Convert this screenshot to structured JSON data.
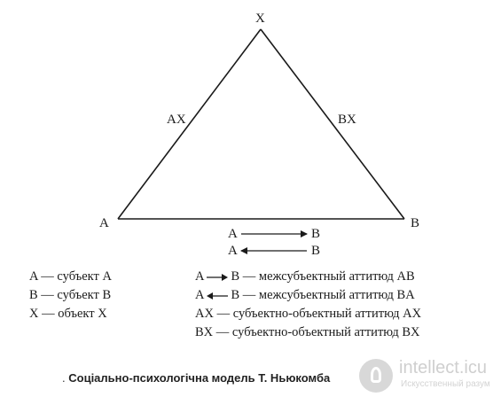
{
  "vertices": {
    "top": "X",
    "left": "A",
    "right": "B"
  },
  "edges": {
    "left": "AX",
    "right": "BX"
  },
  "relation_arrows": {
    "forward": {
      "from": "A",
      "to": "B"
    },
    "backward": {
      "from": "A",
      "to": "B"
    }
  },
  "legend_left": [
    "A — субъект A",
    "B — субъект B",
    "X — объект X"
  ],
  "legend_right": {
    "row1": {
      "from": "A",
      "to": "B",
      "text": "— межсубъектный аттитюд AB"
    },
    "row2": {
      "from": "A",
      "to": "B",
      "text": "— межсубъектный аттитюд BA"
    },
    "row3": "AX — субъектно-объектный аттитюд AX",
    "row4": "BX — субъектно-объектный аттитюд BX"
  },
  "caption": {
    "prefix": ".",
    "text": "Соціально-психологічна модель Т. Ньюкомба"
  },
  "watermark": {
    "title": "intellect.icu",
    "subtitle": "Искусственный разум"
  }
}
